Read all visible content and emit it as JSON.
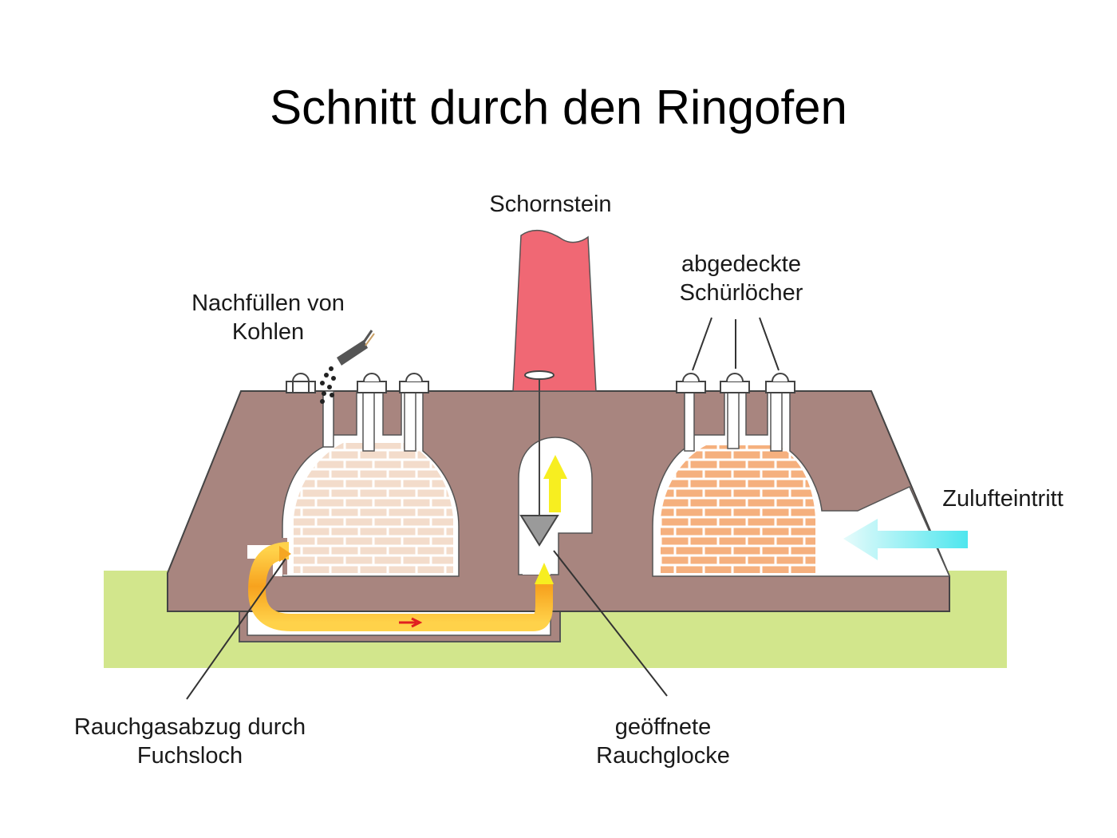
{
  "title": "Schnitt durch den Ringofen",
  "labels": {
    "chimney": "Schornstein",
    "refill_line1": "Nachfüllen von",
    "refill_line2": "Kohlen",
    "covered_line1": "abgedeckte",
    "covered_line2": "Schürlöcher",
    "air_inlet": "Zulufteintritt",
    "flue_line1": "Rauchgasabzug durch",
    "flue_line2": "Fuchsloch",
    "bell_line1": "geöffnete",
    "bell_line2": "Rauchglocke"
  },
  "colors": {
    "masonry": "#a8857f",
    "ground": "#d2e68c",
    "chimney": "#f06874",
    "bricks_cool": "#f3dccb",
    "bricks_hot": "#f5b07e",
    "hot_gas": "#f5a623",
    "rising_gas": "#f7ee20",
    "air_arrow": "#6ee8ec"
  }
}
